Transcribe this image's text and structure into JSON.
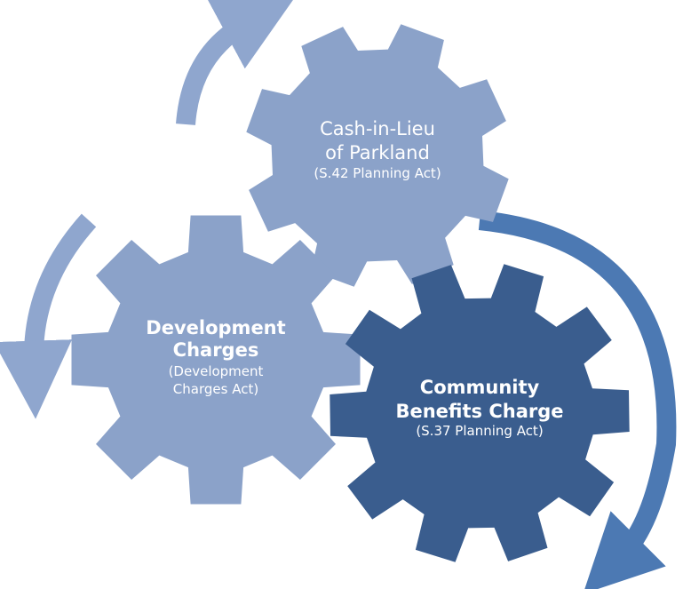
{
  "colors": {
    "background": "#ffffff",
    "light_gear": "#8ba2c9",
    "light_arrow": "#8fa6ce",
    "dark_gear": "#3a5d8e",
    "dark_arrow": "#4c79b3",
    "label_text": "#ffffff"
  },
  "gears": {
    "top": {
      "title_line1": "Cash-in-Lieu",
      "title_line2": "of Parkland",
      "subtitle_line1": "(S.42 Planning Act)"
    },
    "left": {
      "title_line1": "Development",
      "title_line2": "Charges",
      "subtitle_line1": "(Development",
      "subtitle_line2": "Charges Act)"
    },
    "right": {
      "title_line1": "Community",
      "title_line2": "Benefits Charge",
      "subtitle_line1": "(S.37 Planning Act)"
    }
  },
  "arrows": [
    {
      "name": "arrow-top-left",
      "icon": "curved-arrow-up-right-icon"
    },
    {
      "name": "arrow-left",
      "icon": "curved-arrow-down-icon"
    },
    {
      "name": "arrow-right",
      "icon": "curved-arrow-down-left-icon"
    }
  ]
}
